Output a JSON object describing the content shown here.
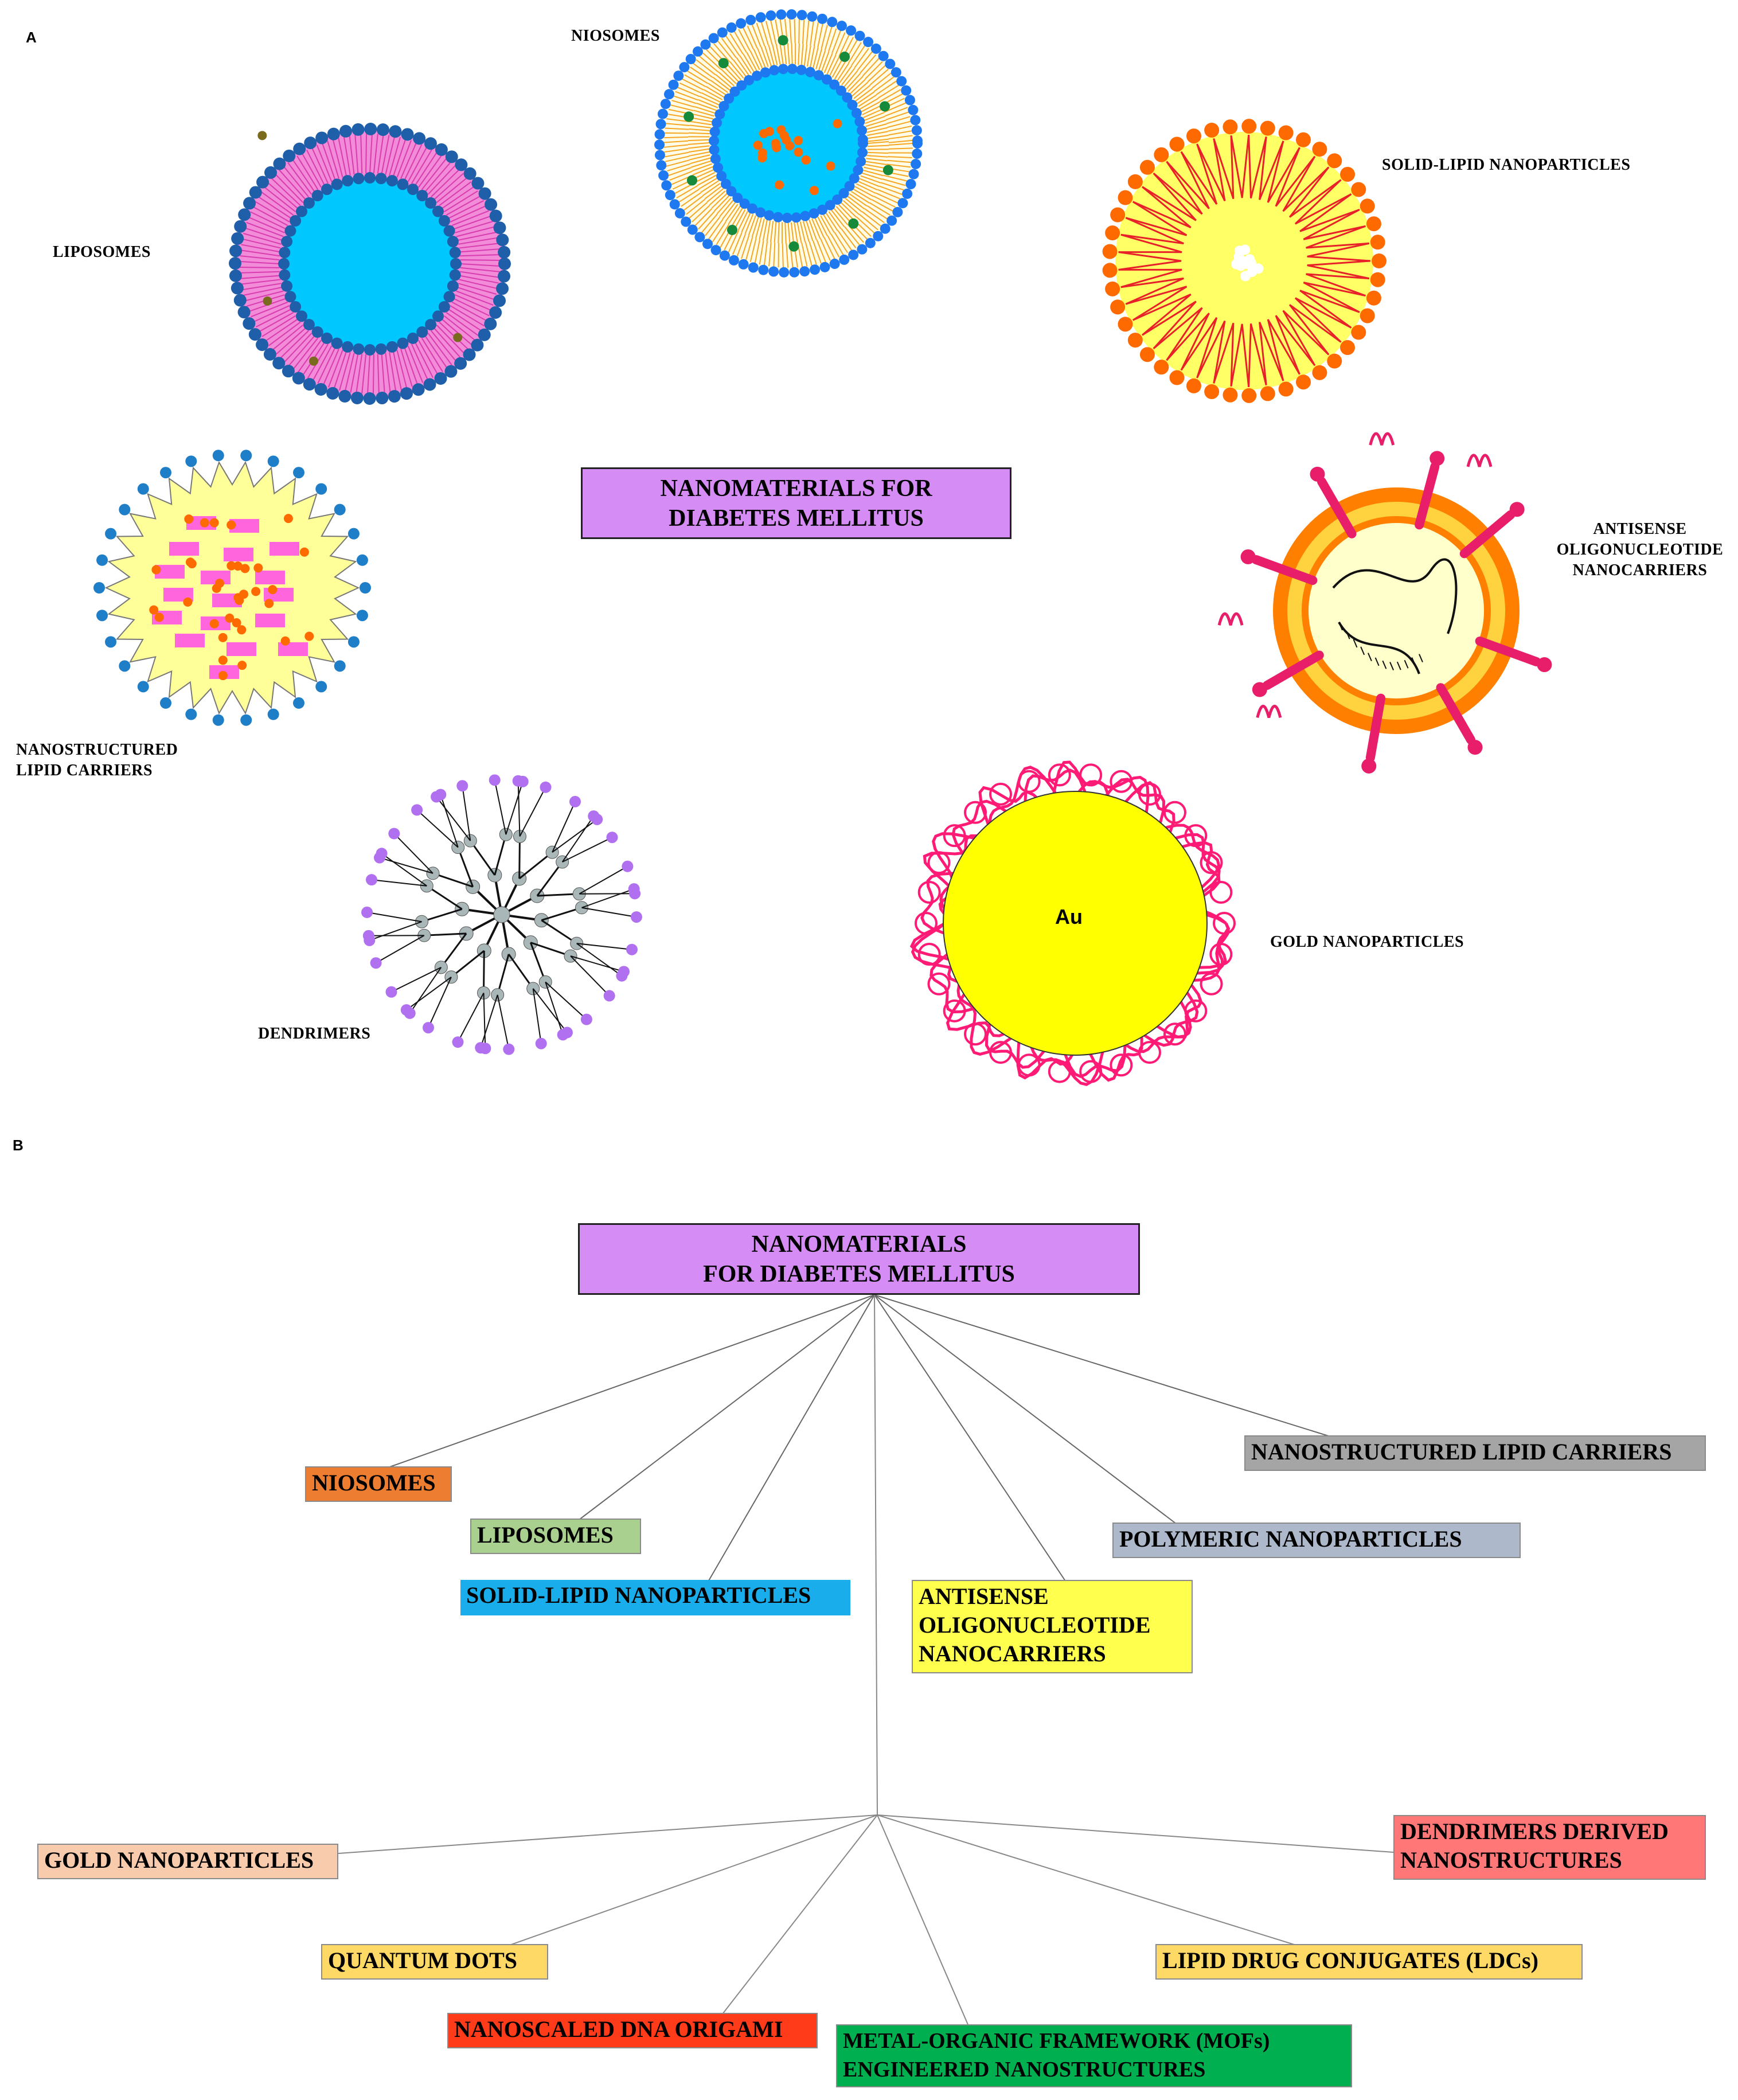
{
  "panel_a": {
    "letter": "A",
    "title": "NANOMATERIALS FOR\nDIABETES MELLITUS",
    "labels": {
      "niosomes": "NIOSOMES",
      "liposomes": "LIPOSOMES",
      "sln": "SOLID-LIPID NANOPARTICLES",
      "nlc": "NANOSTRUCTURED\nLIPID CARRIERS",
      "aso": "ANTISENSE\nOLIGONUCLEOTIDE\nNANOCARRIERS",
      "dendrimers": "DENDRIMERS",
      "gold": "GOLD NANOPARTICLES",
      "au": "Au"
    }
  },
  "panel_b": {
    "letter": "B",
    "title": "NANOMATERIALS\nFOR DIABETES MELLITUS",
    "categories": [
      {
        "label": "NIOSOMES",
        "color": "#ed7d31"
      },
      {
        "label": "LIPOSOMES",
        "color": "#a9d08e"
      },
      {
        "label": "SOLID-LIPID NANOPARTICLES",
        "color": "#1aadeb"
      },
      {
        "label": "ANTISENSE\nOLIGONUCLEOTIDE\nNANOCARRIERS",
        "color": "#ffff4d"
      },
      {
        "label": "POLYMERIC NANOPARTICLES",
        "color": "#adb9ca"
      },
      {
        "label": "NANOSTRUCTURED LIPID CARRIERS",
        "color": "#a5a5a5"
      },
      {
        "label": "GOLD NANOPARTICLES",
        "color": "#f8cbad"
      },
      {
        "label": "QUANTUM DOTS",
        "color": "#ffd966"
      },
      {
        "label": "NANOSCALED DNA ORIGAMI",
        "color": "#ff3b1a"
      },
      {
        "label": "METAL-ORGANIC FRAMEWORK (MOFs)\nENGINEERED NANOSTRUCTURES",
        "color": "#00b050"
      },
      {
        "label": "LIPID DRUG CONJUGATES (LDCs)",
        "color": "#ffd966"
      },
      {
        "label": "DENDRIMERS DERIVED\nNANOSTRUCTURES",
        "color": "#ff7777"
      }
    ]
  },
  "colors": {
    "title_fill": "#d68cf5",
    "liposome_head": "#1f5ea8",
    "liposome_tail": "#f28bd8",
    "core_blue": "#00c8ff",
    "niosome_head": "#1e78f0",
    "niosome_tail": "#f5a623",
    "sln_head": "#ff6a00",
    "sln_core": "#ffff66",
    "sln_tail": "#e8202a",
    "nlc_fill": "#ffff99",
    "nlc_head": "#1f7ec8",
    "nlc_box": "#ff66dd",
    "nlc_dot": "#ff6a00",
    "aso_ring": "#ff8000",
    "aso_inner": "#ffffcc",
    "aso_strand": "#e81e6a",
    "dendrimer_end": "#b070f0",
    "dendrimer_node": "#a9b7b8",
    "gold_core": "#ffff00",
    "gold_coat": "#ff1a75"
  }
}
